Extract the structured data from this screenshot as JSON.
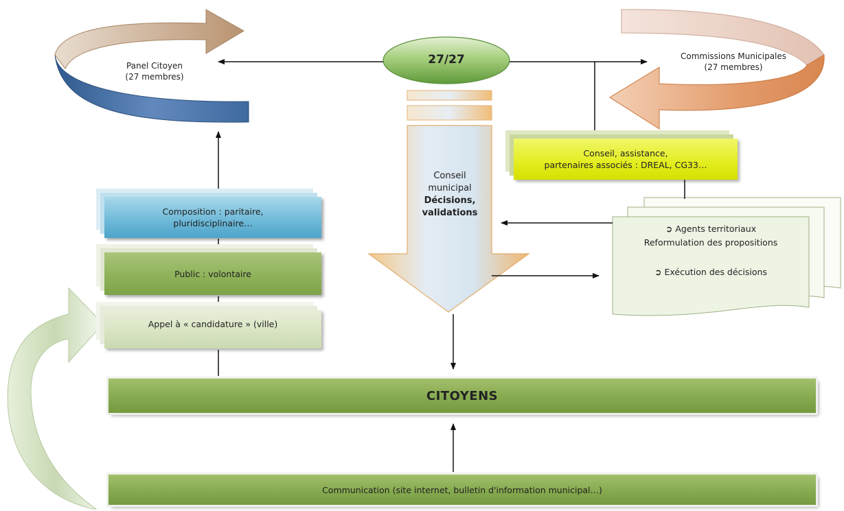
{
  "center": {
    "counter": "27/27"
  },
  "panel_citoyen": {
    "line1": "Panel Citoyen",
    "line2": "(27 membres)"
  },
  "commissions": {
    "line1": "Commissions Municipales",
    "line2": "(27 membres)"
  },
  "conseil_assistance": {
    "line1": "Conseil,  assistance,",
    "line2": "partenaires associés : DREAL, CG33…"
  },
  "conseil_municipal": {
    "line1": "Conseil",
    "line2": "municipal",
    "line3": "Décisions,",
    "line4": "validations"
  },
  "agents": {
    "item1": "Agents territoriaux",
    "item2": "Reformulation des propositions",
    "item3": "Exécution des décisions",
    "bullet_glyph": "➲"
  },
  "composition": {
    "line1": "Composition : paritaire,",
    "line2": "pluridisciplinaire…"
  },
  "public": {
    "label": "Public : volontaire"
  },
  "appel": {
    "label": "Appel à « candidature » (ville)"
  },
  "citoyens": {
    "label": "CITOYENS"
  },
  "communication": {
    "label": "Communication (site internet, bulletin d'information municipal…)"
  },
  "colors": {
    "green": "#8fb25a",
    "pale_green": "#d7e3c0",
    "blue": "#6cb8d8",
    "yellow": "#e4ee22",
    "orange_arrow": "#e7a77c",
    "blue_arrow": "#4d79ad",
    "tan_arrow": "#c9aa8a"
  }
}
